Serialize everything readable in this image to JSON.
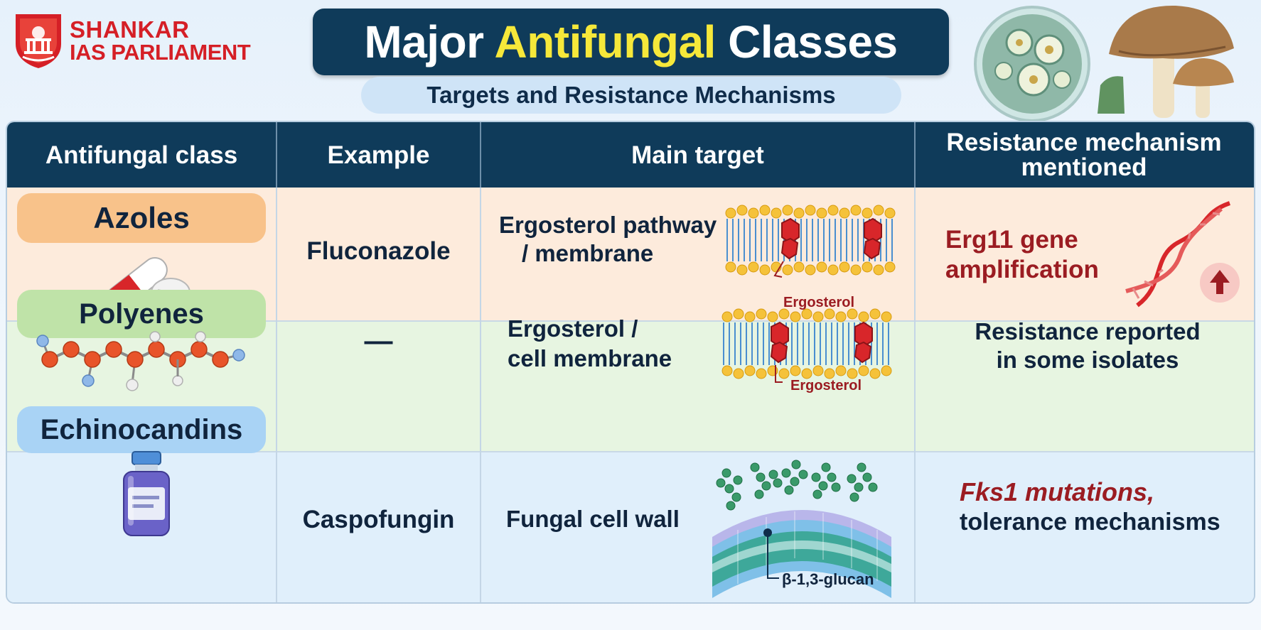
{
  "brand": {
    "line1": "SHANKAR",
    "line2": "IAS PARLIAMENT"
  },
  "title": {
    "part1": "Major ",
    "highlight": "Antifungal",
    "part2": " Classes"
  },
  "subtitle": "Targets and Resistance Mechanisms",
  "columns": [
    "Antifungal class",
    "Example",
    "Main target",
    "Resistance mechanism mentioned"
  ],
  "rows": [
    {
      "class": "Azoles",
      "example": "Fluconazole",
      "target_line1": "Ergosterol pathway",
      "target_line2": "/ membrane",
      "target_label": "Ergosterol",
      "resistance_line1": "Erg11 gene",
      "resistance_line2": "amplification",
      "icon": "pill-icon",
      "resistance_icon": "dna-up-arrow-icon"
    },
    {
      "class": "Polyenes",
      "example": "—",
      "target_line1": "Ergosterol /",
      "target_line2": "cell membrane",
      "target_label": "Ergosterol",
      "resistance_line1": "Resistance reported",
      "resistance_line2": "in some isolates",
      "icon": "molecule-chain-icon"
    },
    {
      "class": "Echinocandins",
      "example": "Caspofungin",
      "target_line1": "Fungal cell wall",
      "target_label": "β-1,3-glucan",
      "resistance_line1": "Fks1 mutations,",
      "resistance_line2": "tolerance mechanisms",
      "icon": "vial-icon"
    }
  ],
  "colors": {
    "header_bg": "#0f3b5a",
    "title_highlight": "#f6e83a",
    "row_azoles": "#fdebdc",
    "row_polyenes": "#e7f5e1",
    "row_echinocandins": "#e0effb",
    "pill_azoles": "#f8c28a",
    "pill_polyenes": "#bfe3a8",
    "pill_echinocandins": "#a9d3f5",
    "accent_red": "#9b1c22",
    "brand_red": "#d51f26"
  }
}
